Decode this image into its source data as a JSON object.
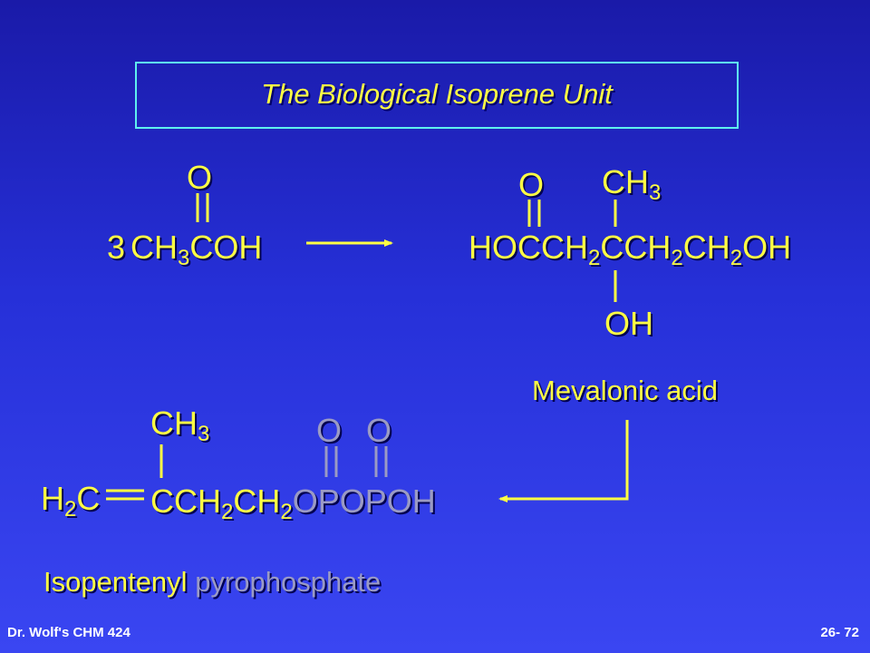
{
  "title": "The Biological Isoprene Unit",
  "acetic_acid": {
    "coefficient": "3",
    "carbonyl_o": "O",
    "formula_parts": [
      "CH",
      "3",
      "COH"
    ]
  },
  "mevalonic_acid": {
    "carbonyl_o": "O",
    "methyl_parts": [
      "CH",
      "3"
    ],
    "hydroxyl": "OH",
    "formula_parts": [
      "HOCCH",
      "2",
      "CCH",
      "2",
      "CH",
      "2",
      "OH"
    ],
    "name": "Mevalonic acid"
  },
  "isopentenyl_pyrophosphate": {
    "methyl_parts": [
      "CH",
      "3"
    ],
    "h2c_parts": [
      "H",
      "2",
      "C"
    ],
    "chain_parts": [
      "CCH",
      "2",
      "CH",
      "2"
    ],
    "phosphate_part": "OPOPOH",
    "phosphate_o1": "O",
    "phosphate_o2": "O",
    "name_part1": "Isopentenyl",
    "name_part2": "pyrophosphate"
  },
  "footer": {
    "left": "Dr. Wolf's CHM 424",
    "right": "26- 72"
  },
  "colors": {
    "text": "#ffff44",
    "gray_text": "#9a9ac4",
    "title_border": "#5ff0ee",
    "bonds": "#ffff44",
    "gray_bonds": "#9a9ac4"
  }
}
